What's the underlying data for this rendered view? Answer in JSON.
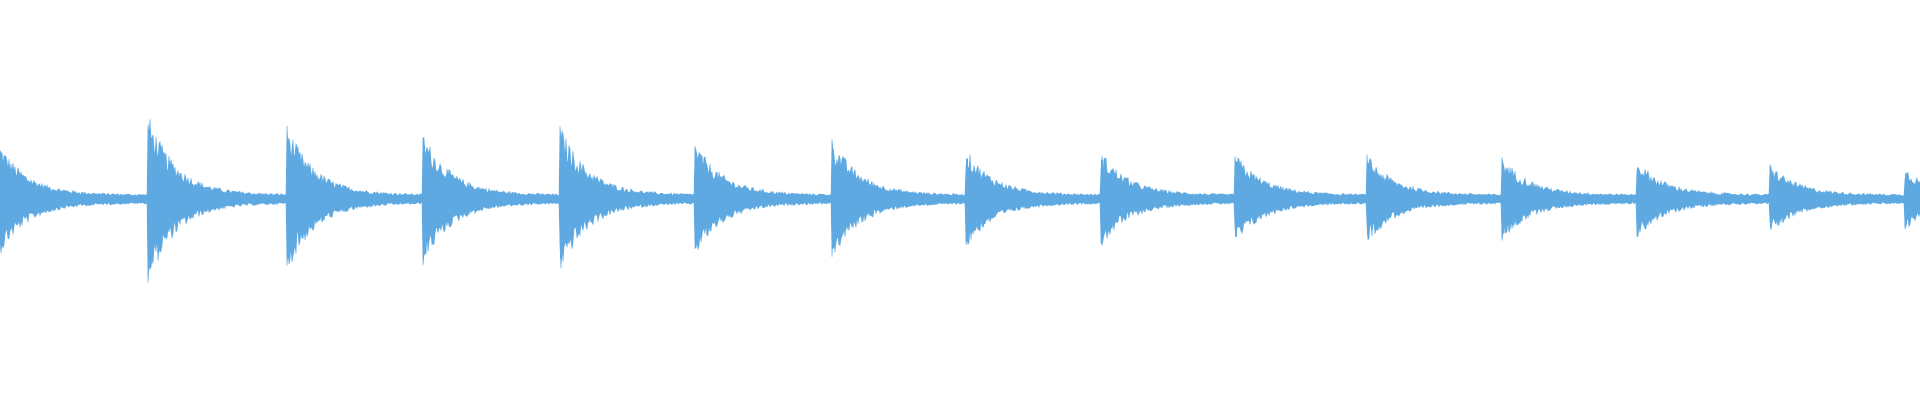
{
  "waveform": {
    "color": "#5ea9e1",
    "background": "#ffffff",
    "onset_peaks": [
      0.3,
      0.46,
      0.4,
      0.36,
      0.4,
      0.31,
      0.33,
      0.27,
      0.26,
      0.25,
      0.24,
      0.23,
      0.21,
      0.19,
      0.17
    ]
  }
}
